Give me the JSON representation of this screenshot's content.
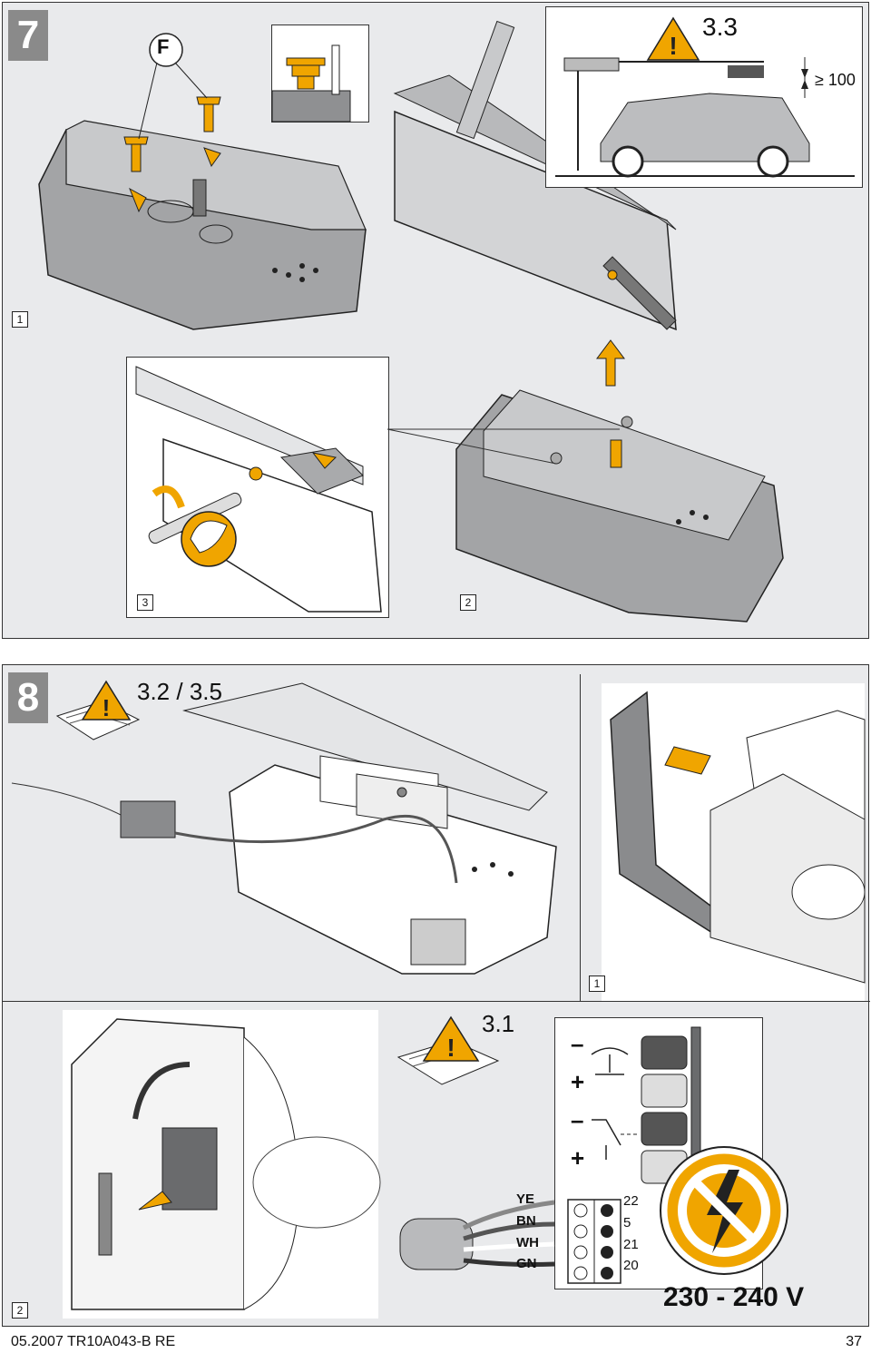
{
  "step7": {
    "badge": "7",
    "label_f": "F",
    "warning_ref": "3.3",
    "clearance": "≥ 100",
    "sub1": "1",
    "sub2": "2",
    "sub3": "3"
  },
  "step8": {
    "badge": "8",
    "warning_ref_top": "3.2 / 3.5",
    "sub1": "1",
    "sub2": "2",
    "warning_ref_bottom": "3.1",
    "wires": [
      {
        "color": "YE",
        "terminal": "22"
      },
      {
        "color": "BN",
        "terminal": "5"
      },
      {
        "color": "WH",
        "terminal": "21"
      },
      {
        "color": "GN",
        "terminal": "20"
      }
    ],
    "symbols": [
      "–",
      "+",
      "–",
      "+"
    ],
    "voltage": "230 - 240 V"
  },
  "footer": {
    "doc_id": "05.2007  TR10A043-B  RE",
    "page_number": "37"
  },
  "colors": {
    "accent": "#f0a500",
    "panel_bg": "#e9eaec",
    "badge_bg": "#8a8a8a",
    "device_gray": "#9b9c9e"
  }
}
